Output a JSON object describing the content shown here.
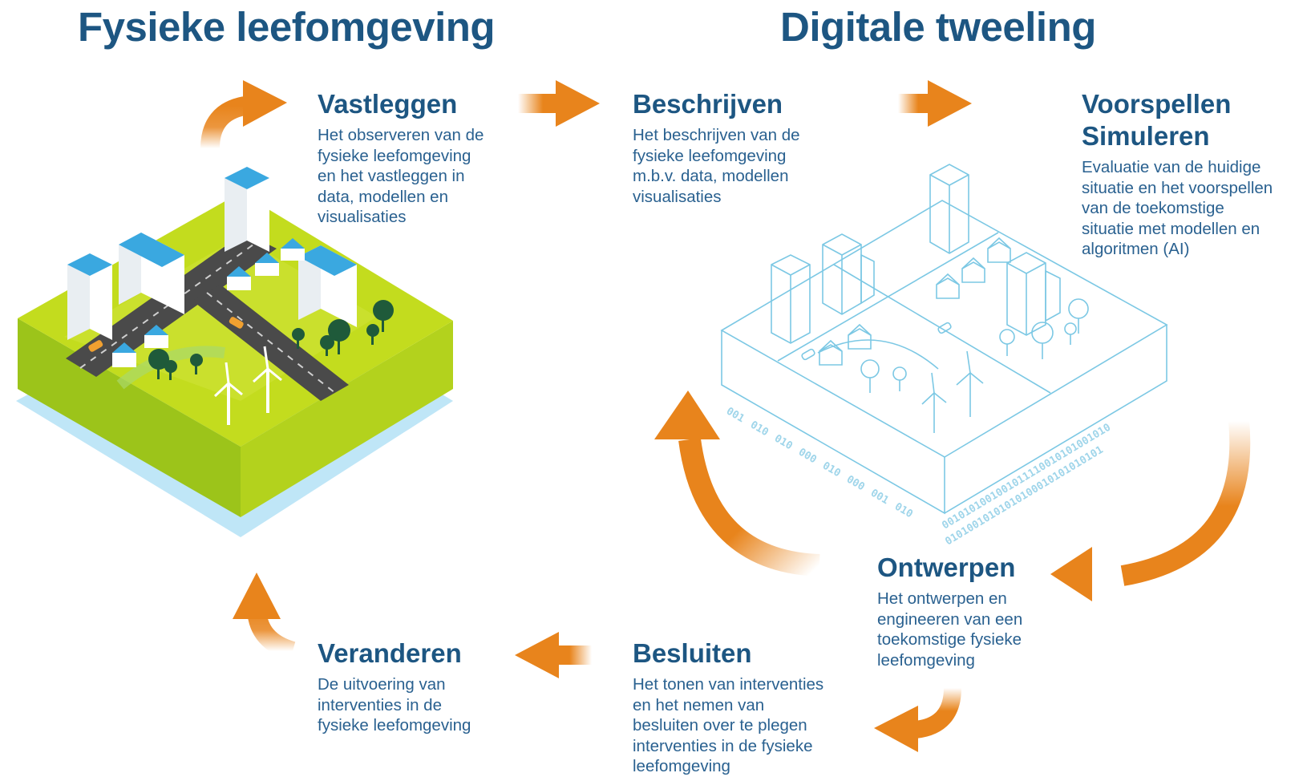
{
  "titles": {
    "left": "Fysieke leefomgeving",
    "right": "Digitale tweeling"
  },
  "steps": {
    "vastleggen": {
      "title": "Vastleggen",
      "lines": [
        "Het observeren van de",
        "fysieke leefomgeving",
        "en het vastleggen in",
        "data, modellen en",
        "visualisaties"
      ]
    },
    "beschrijven": {
      "title": "Beschrijven",
      "lines": [
        "Het beschrijven van de",
        "fysieke leefomgeving",
        "m.b.v. data, modellen",
        "visualisaties"
      ]
    },
    "voorspellen": {
      "title1": "Voorspellen",
      "title2": "Simuleren",
      "lines": [
        "Evaluatie van de huidige",
        "situatie en het voorspellen",
        "van de toekomstige",
        "situatie met modellen en",
        "algoritmen (AI)"
      ]
    },
    "ontwerpen": {
      "title": "Ontwerpen",
      "lines": [
        "Het ontwerpen en",
        "engineeren van een",
        "toekomstige fysieke",
        "leefomgeving"
      ]
    },
    "besluiten": {
      "title": "Besluiten",
      "lines": [
        "Het tonen van interventies",
        "en het nemen van",
        "besluiten over te plegen",
        "interventies in de fysieke",
        "leefomgeving"
      ]
    },
    "veranderen": {
      "title": "Veranderen",
      "lines": [
        "De uitvoering van",
        "interventies in de",
        "fysieke leefomgeving"
      ]
    }
  },
  "binary": {
    "left_edge": [
      "001",
      "010",
      "010",
      "000",
      "010",
      "000",
      "001",
      "010"
    ],
    "right_edge_1": "0010101001001011110010101001010",
    "right_edge_2": "01010010101010100010101010101"
  },
  "colors": {
    "arrow": "#e8841c",
    "title": "#1d5682",
    "text": "#2a6190",
    "grass": "#c3dc1e",
    "soil_left": "#9cc41a",
    "soil_right": "#b3d21d",
    "water": "#bfe6f7",
    "roof": "#3aa8e0",
    "twin_line": "#7cc8e4"
  }
}
